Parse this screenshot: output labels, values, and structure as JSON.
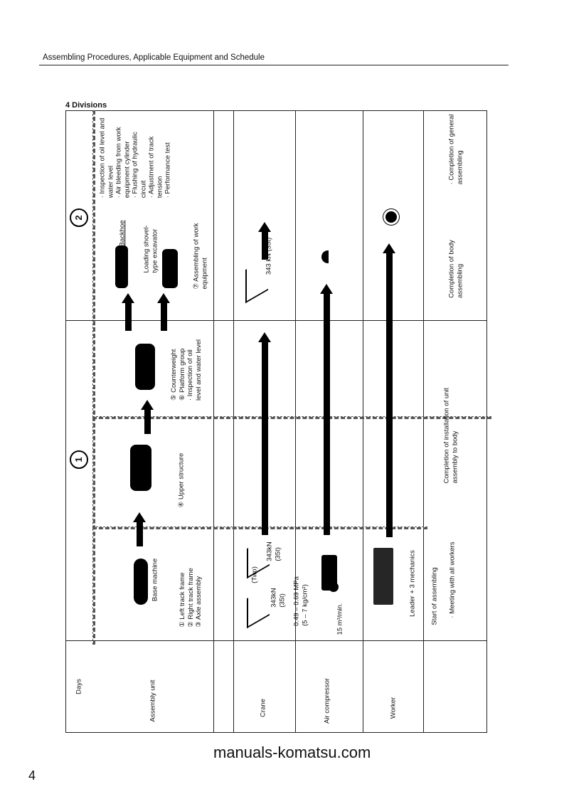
{
  "header": {
    "title": "Assembling Procedures, Applicable Equipment and Schedule"
  },
  "section": {
    "title": "4 Divisions"
  },
  "rows": {
    "days": "Days",
    "assembly_unit": "Assembly unit",
    "crane": "Crane",
    "air_compressor": "Air compressor",
    "worker": "Worker"
  },
  "days": {
    "day1": "1",
    "day2": "2"
  },
  "assembly": {
    "base_machine": "Base machine",
    "base_items": "① Left track frame\n② Right track frame\n③ Axle assembly",
    "upper": "④ Upper structure",
    "counterweight": "⑤ Counterweight\n⑥ Platform group\n  · Inspection of oil\n    level and water level",
    "backhoe": "Backhoe",
    "loading_shovel": "Loading shovel-\ntype excavator",
    "work_equipment": "⑦ Assembling of work\n    equipment",
    "final_checks": "· Inspection of oil level and\n  water level\n· Air bleeding from work\n  equipment cylinder\n· Flushing of hydraulic\n  circuit\n· Adjustment of track\n  tension\n· Performance test"
  },
  "crane": {
    "count": "(Two)",
    "capacity_a": "343kN\n(35t)",
    "capacity_b": "343kN\n(35t)",
    "capacity_c": "343 kN (35t)"
  },
  "air_compressor": {
    "pressure": "0.49 – 0.69 MPa\n(5 – 7 kg/cm²)",
    "flow": "15 m³/min."
  },
  "worker": {
    "crew": "Leader + 3 mechanics"
  },
  "milestones": {
    "start": "Start of assembling",
    "meeting": "· Meeting with all workers",
    "unit_install": "Completion of installation of unit assembly to body",
    "body": "Completion of body\nassembling",
    "general": "· Completion of general\n  assembling"
  },
  "watermark": "manuals-komatsu.com",
  "page_number": "4"
}
